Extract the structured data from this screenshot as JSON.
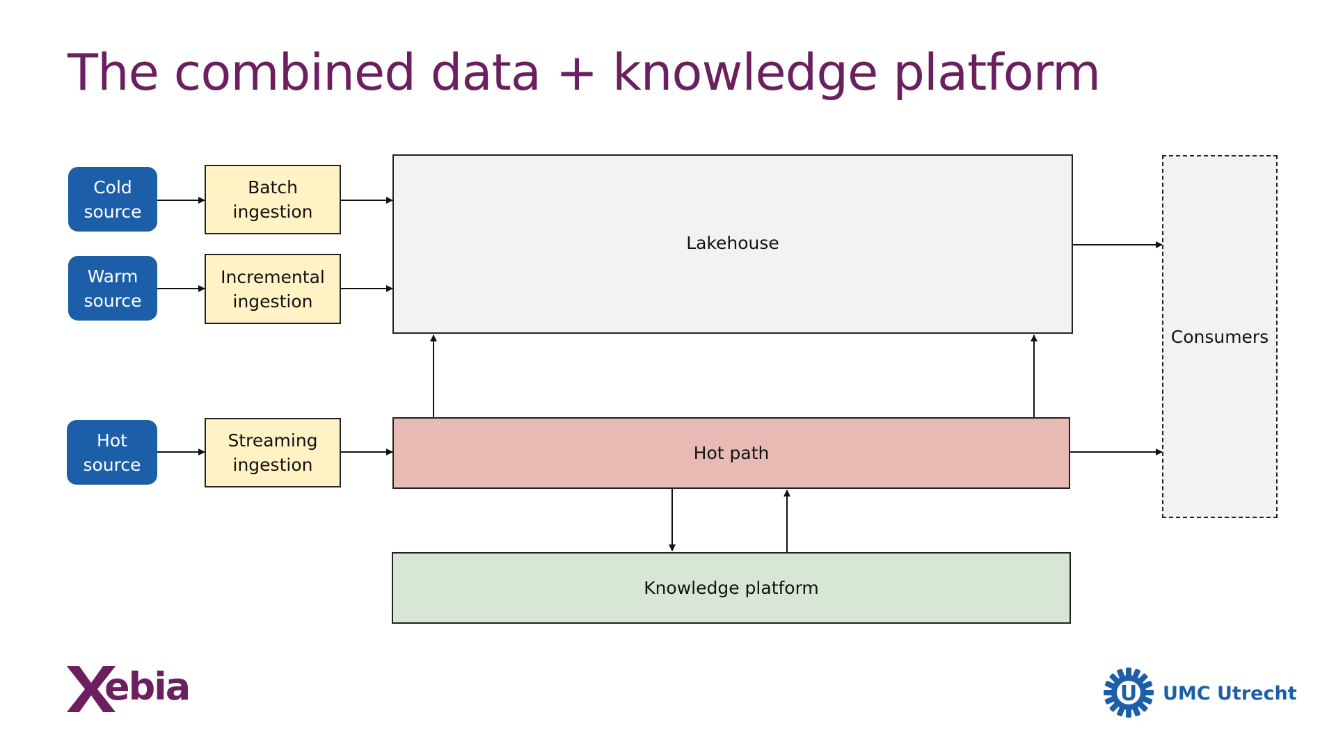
{
  "title": "The combined data + knowledge platform",
  "sources": {
    "cold": "Cold\nsource",
    "warm": "Warm\nsource",
    "hot": "Hot\nsource"
  },
  "ingestion": {
    "batch": "Batch\ningestion",
    "incremental": "Incremental\ningestion",
    "streaming": "Streaming\ningestion"
  },
  "lakehouse": "Lakehouse",
  "hot_path": "Hot path",
  "knowledge_platform": "Knowledge platform",
  "consumers": "Consumers",
  "logos": {
    "xebia": "Xebia",
    "umc": "UMC Utrecht",
    "umc_seal_letter": "U"
  },
  "colors": {
    "title": "#6b1f5f",
    "source": "#1c5fa8",
    "ingestion": "#fff2c4",
    "lakehouse": "#f2f2f2",
    "hot_path": "#e7bbb3",
    "knowledge_platform": "#d8e6d6",
    "consumers": "#f2f2f2"
  }
}
